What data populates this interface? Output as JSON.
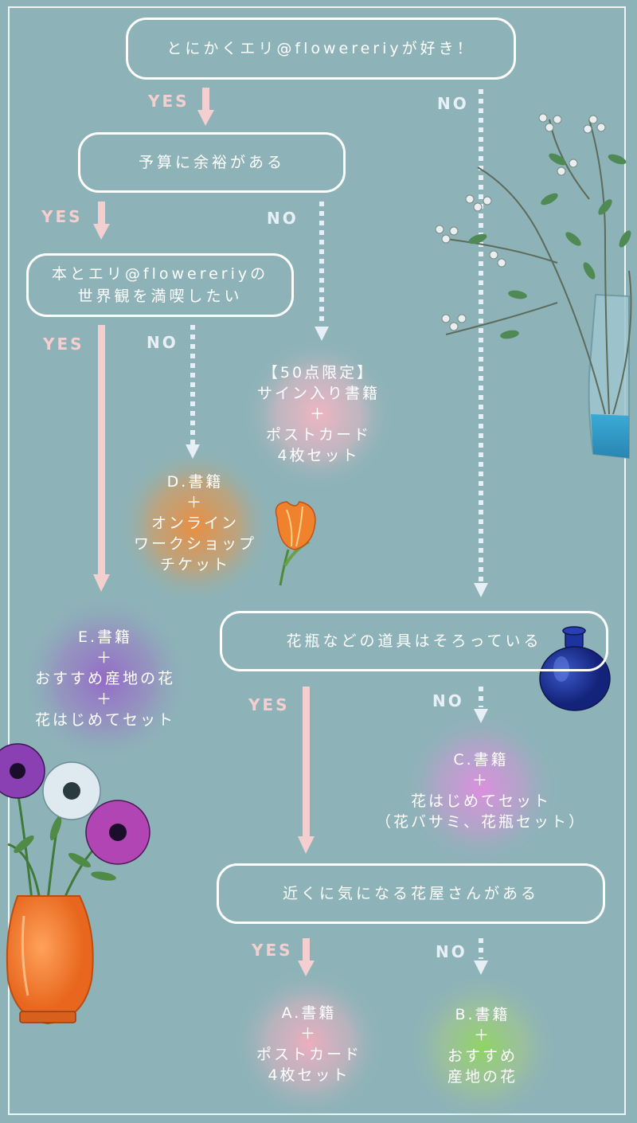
{
  "questions": {
    "q1": "とにかくエリ@flowereriyが好き！",
    "q2": "予算に余裕がある",
    "q3": "本とエリ@flowereriyの\n世界観を満喫したい",
    "q4": "花瓶などの道具はそろっている",
    "q5": "近くに気になる花屋さんがある"
  },
  "answers": {
    "yes": "YES",
    "no": "NO"
  },
  "results": {
    "signed": "【50点限定】\nサイン入り書籍\n＋\nポストカード\n4枚セット",
    "d": "D.書籍\n＋\nオンライン\nワークショップ\nチケット",
    "e": "E.書籍\n＋\nおすすめ産地の花\n＋\n花はじめてセット",
    "c": "C.書籍\n＋\n花はじめてセット\n（花バサミ、花瓶セット）",
    "a": "A.書籍\n＋\nポストカード\n4枚セット",
    "b": "B.書籍\n＋\nおすすめ\n産地の花"
  },
  "colors": {
    "background": "#8db3b8",
    "yes_arrow": "#f3cfd0",
    "no_arrow": "#e6eef6",
    "glow_signed": "#f2b6c4",
    "glow_d": "#e9954a",
    "glow_e": "#9b76c7",
    "glow_c": "#d898d8",
    "glow_a": "#eeb3c1",
    "glow_b": "#96d36b"
  },
  "illustrations": [
    "flower-branch-vase",
    "tulip",
    "blue-vase",
    "anemone-bouquet-orange-vase"
  ]
}
